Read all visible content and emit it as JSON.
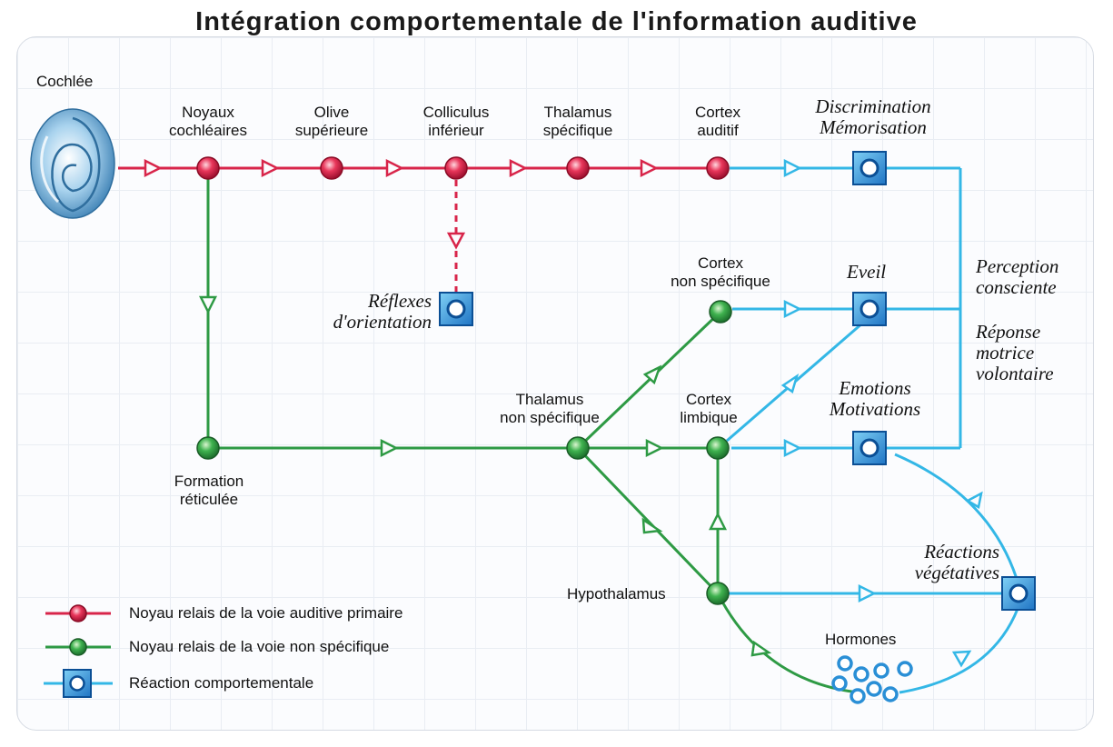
{
  "title": "Intégration comportementale de l'information auditive",
  "colors": {
    "auditory_red": "#d8254a",
    "nonspecific_green": "#2e9a44",
    "behavioral_blue": "#33b7e6"
  },
  "labels": {
    "cochlea": "Cochlée",
    "noyaux_l1": "Noyaux",
    "noyaux_l2": "cochléaires",
    "olive_l1": "Olive",
    "olive_l2": "supérieure",
    "colliculus_l1": "Colliculus",
    "colliculus_l2": "inférieur",
    "thalamus_spec_l1": "Thalamus",
    "thalamus_spec_l2": "spécifique",
    "cortex_aud_l1": "Cortex",
    "cortex_aud_l2": "auditif",
    "cortex_nonspec_l1": "Cortex",
    "cortex_nonspec_l2": "non spécifique",
    "thalamus_nonspec_l1": "Thalamus",
    "thalamus_nonspec_l2": "non spécifique",
    "cortex_limb_l1": "Cortex",
    "cortex_limb_l2": "limbique",
    "formation_l1": "Formation",
    "formation_l2": "réticulée",
    "hypothalamus": "Hypothalamus",
    "hormones": "Hormones"
  },
  "responses": {
    "discrimination": "Discrimination",
    "memorisation": "Mémorisation",
    "reflexes": "Réflexes",
    "orientation": "d'orientation",
    "eveil": "Eveil",
    "emotions": "Emotions",
    "motivations": "Motivations",
    "reactions": "Réactions",
    "vegetatives": "végétatives",
    "perception_l1": "Perception",
    "perception_l2": "consciente",
    "reponse_l1": "Réponse",
    "reponse_l2": "motrice",
    "reponse_l3": "volontaire"
  },
  "legend": [
    {
      "label": "Noyau relais de la voie auditive primaire"
    },
    {
      "label": "Noyau relais de la voie non spécifique"
    },
    {
      "label": "Réaction comportementale"
    }
  ]
}
